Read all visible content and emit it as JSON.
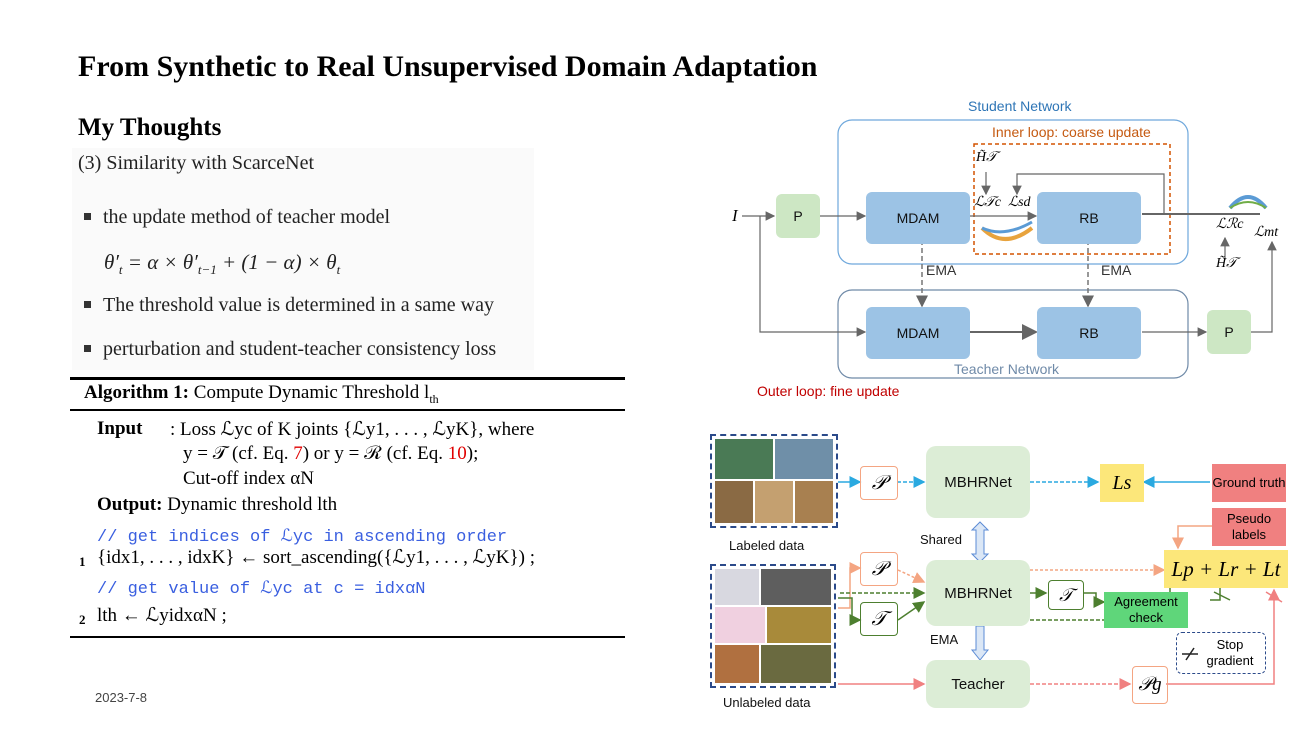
{
  "slide": {
    "title": "From Synthetic to Real Unsupervised Domain Adaptation",
    "subtitle": "My Thoughts",
    "date": "2023-7-8"
  },
  "similarity": {
    "heading": "(3) Similarity with ScarceNet",
    "bullets": [
      "the update method of teacher model",
      "The threshold value is determined in a same way",
      "perturbation and student-teacher consistency loss"
    ],
    "formula": "θ′t = α × θ′t−1 + (1 − α) × θt"
  },
  "algorithm": {
    "label": "Algorithm 1:",
    "name": "Compute Dynamic Threshold l",
    "name_sub": "th",
    "input_label": "Input",
    "input_line1": ": Loss ℒyc of K joints {ℒy1, . . . , ℒyK}, where",
    "input_line2_pre": "y = 𝒯 (cf. Eq. ",
    "input_ref1": "7",
    "input_line2_mid": ") or y = ℛ (cf. Eq. ",
    "input_ref2": "10",
    "input_line2_post": ");",
    "input_line3": "Cut-off index αN",
    "output_label": "Output:",
    "output_text": "Dynamic threshold lth",
    "comment1": "// get indices of ℒyc in ascending order",
    "line1_no": "1",
    "line1": "{idx1, . . . , idxK} ← sort_ascending({ℒy1, . . . , ℒyK}) ;",
    "comment2": "// get value of ℒyc at c = idxαN",
    "line2_no": "2",
    "line2": "lth ← ℒyidxαN ;"
  },
  "diagram_top": {
    "student_label": "Student Network",
    "inner_loop_label": "Inner loop: coarse update",
    "teacher_label": "Teacher Network",
    "outer_loop_label": "Outer loop: fine update",
    "input_symbol": "I",
    "p_label": "P",
    "mdam_label": "MDAM",
    "rb_label": "RB",
    "ema_label": "EMA",
    "h_t_symbol": "H̃𝒯",
    "l_tc_symbol": "ℒ𝒯c",
    "l_sd_symbol": "ℒsd",
    "l_rc_symbol": "ℒℛc",
    "l_mt_symbol": "ℒmt",
    "colors": {
      "student_border": "#6fa8dc",
      "inner_border": "#d35400",
      "outer_text": "#c00000",
      "inner_text": "#c55a11",
      "student_text": "#2e75b6"
    }
  },
  "diagram_bottom": {
    "labeled_caption": "Labeled data",
    "unlabeled_caption": "Unlabeled data",
    "p_symbol": "𝒫",
    "t_symbol": "𝒯",
    "pg_symbol": "𝒫g",
    "mbhrnet_label": "MBHRNet",
    "shared_label": "Shared",
    "ema_label": "EMA",
    "teacher_label": "Teacher",
    "ls_symbol": "Ls",
    "ground_truth_label": "Ground truth",
    "pseudo_labels_label": "Pseudo labels",
    "combined_loss": "Lp + Lr + Lt",
    "agreement_label": "Agreement check",
    "stop_gradient_label": "Stop gradient",
    "colors": {
      "salmon": "#f08080",
      "green": "#5fd67a",
      "yellow": "#fce77a",
      "blue_line": "#2aa9e0",
      "dark_green": "#4d7f2f"
    }
  }
}
